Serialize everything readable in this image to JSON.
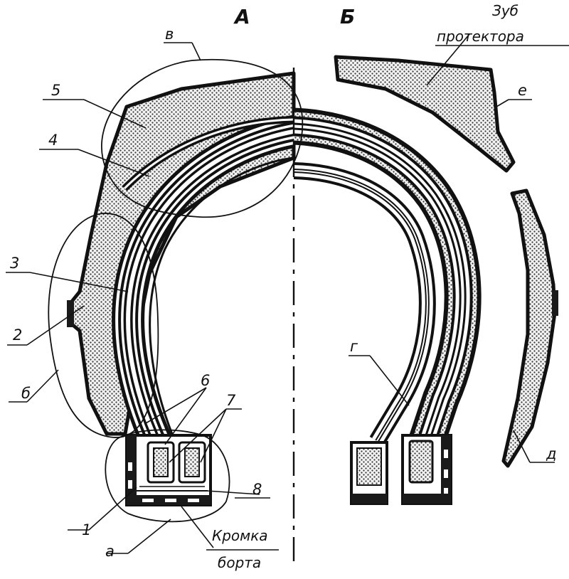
{
  "sections": {
    "left": "А",
    "right": "Б"
  },
  "parts": {
    "n1": "1",
    "n2": "2",
    "n3": "3",
    "n4": "4",
    "n5": "5",
    "n6": "6",
    "n7": "7",
    "n8": "8"
  },
  "zones": {
    "a": "а",
    "b": "б",
    "v": "в",
    "g": "г",
    "d": "д",
    "e": "е"
  },
  "captions": {
    "tread_tooth_line1": "Зуб",
    "tread_tooth_line2": "протектора",
    "bead_edge_line1": "Кромка",
    "bead_edge_line2": "борта"
  }
}
